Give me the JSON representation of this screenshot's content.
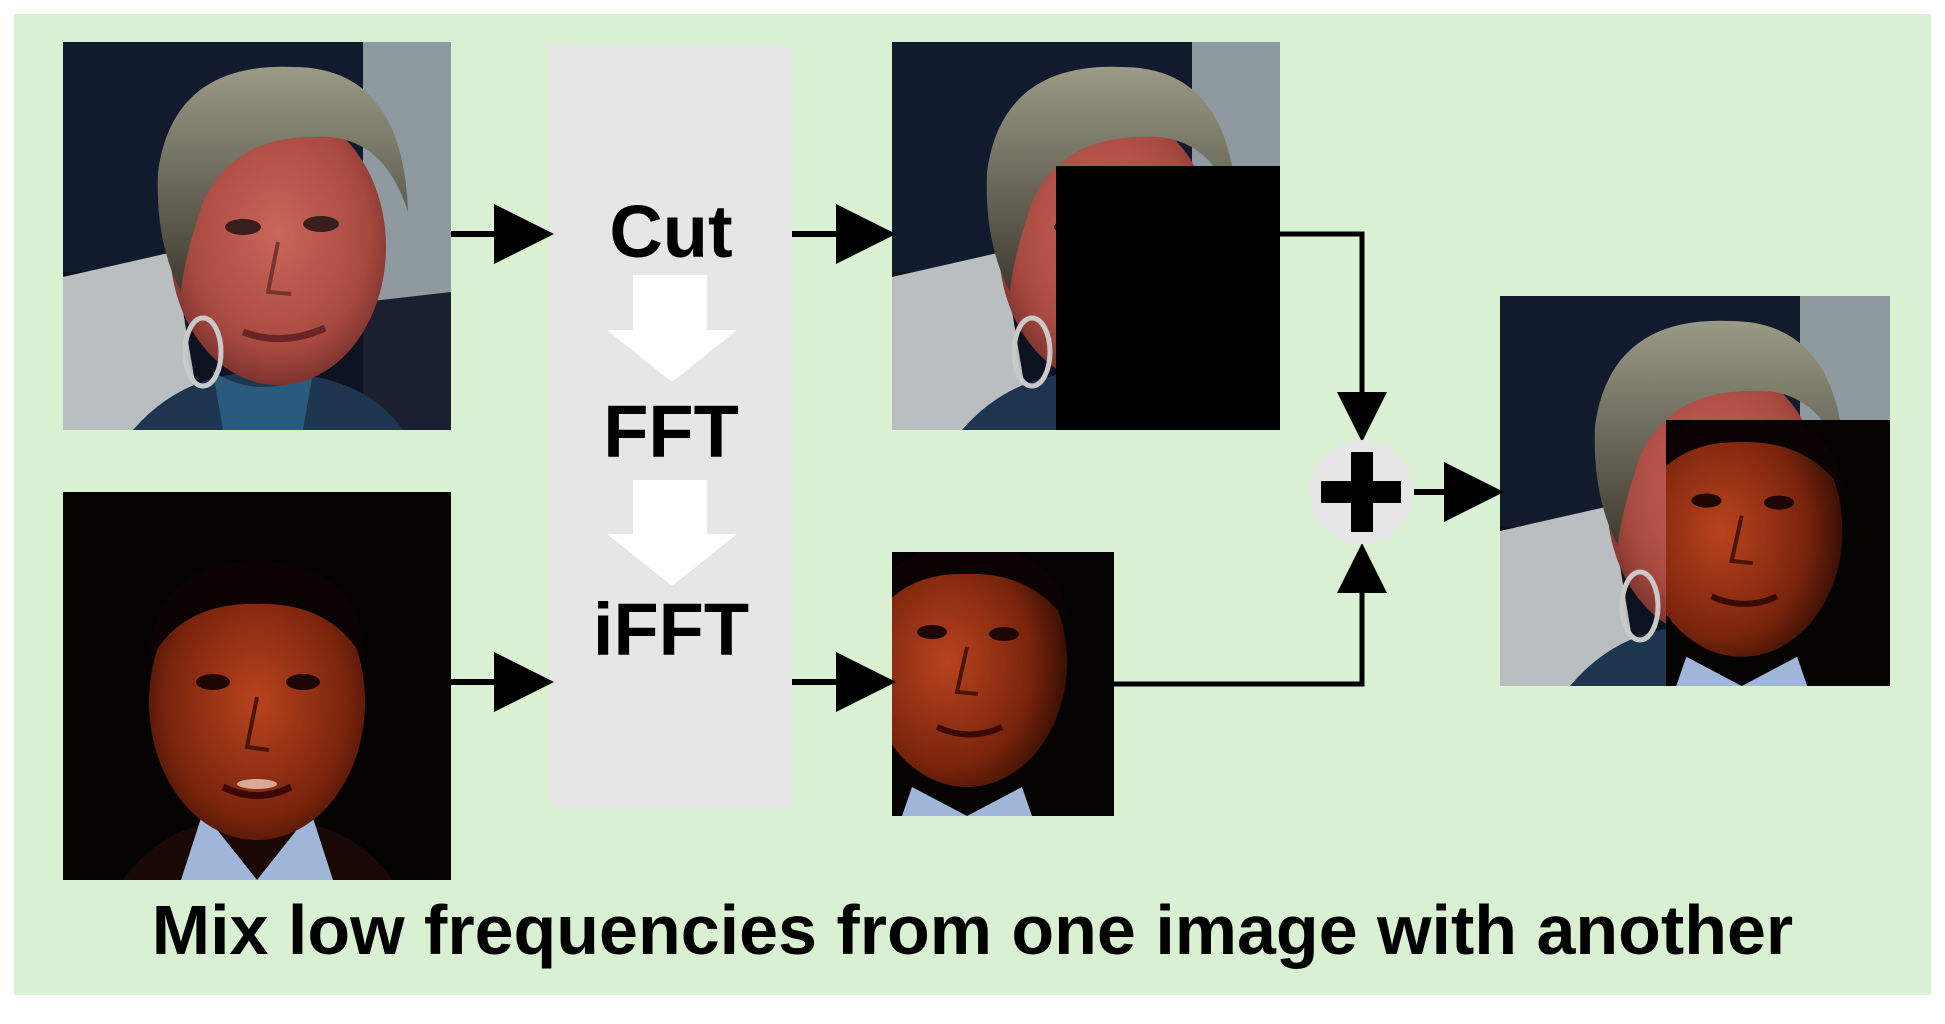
{
  "colors": {
    "panel_background": "#d9f0d3",
    "process_box": "#e6e6e6",
    "arrow": "#000000",
    "plus_circle": "#e6e6e6",
    "step_arrow": "#ffffff"
  },
  "process_steps": [
    {
      "label": "Cut"
    },
    {
      "label": "FFT"
    },
    {
      "label": "iFFT"
    }
  ],
  "operator": {
    "icon": "plus-icon"
  },
  "caption": "Mix low frequencies from one image with another"
}
